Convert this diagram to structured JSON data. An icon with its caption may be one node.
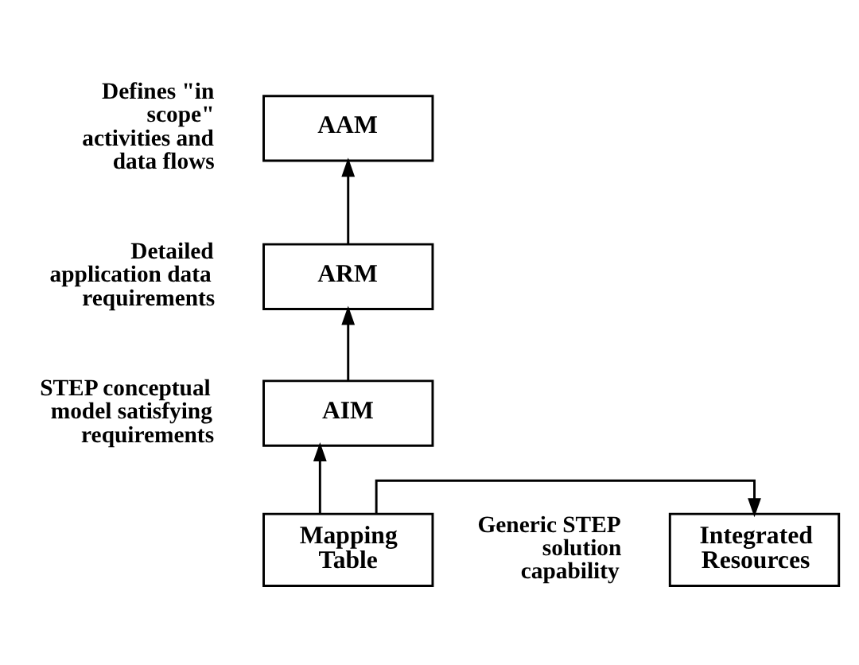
{
  "diagram": {
    "nodes": [
      {
        "text": [
          "AAM"
        ],
        "beside": [
          "Defines \"in scope\" activities and data flows"
        ]
      },
      {
        "text": [
          "ARM"
        ],
        "beside": [
          "Detailed application data requirements"
        ]
      },
      {
        "text": [
          "AIM"
        ],
        "beside": [
          "STEP conceptual model satisfying requirements"
        ]
      },
      {
        "text": [
          "Mapping Table"
        ]
      },
      {
        "text": [
          "Integrated Resources"
        ],
        "beside": [
          "Generic STEP solution capability"
        ]
      }
    ],
    "edges": [
      {
        "from": 1,
        "to": 0,
        "arrow": "to"
      },
      {
        "from": 2,
        "to": 1,
        "arrow": "to"
      },
      {
        "from": 3,
        "to": 2,
        "arrow": "to"
      },
      {
        "from": 3,
        "to": 4,
        "arrow": "to"
      }
    ]
  }
}
